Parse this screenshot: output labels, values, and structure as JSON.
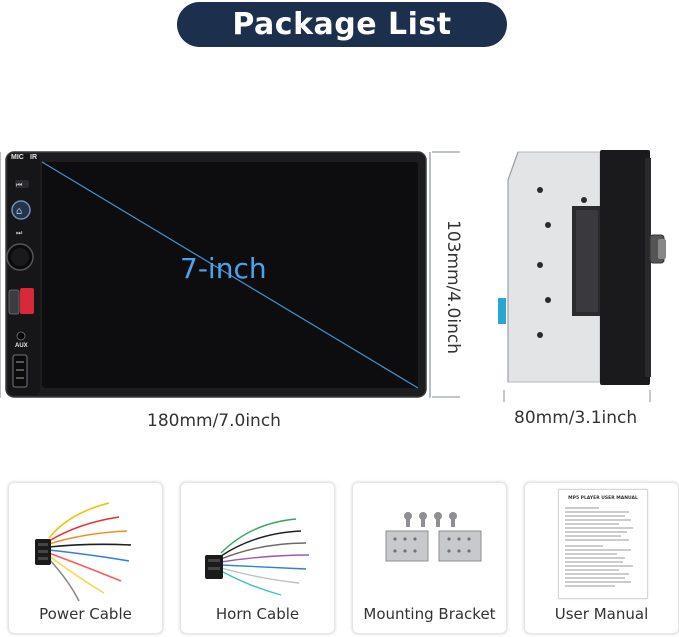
{
  "title": "Package List",
  "front_unit": {
    "screen_label": "7-inch",
    "width_label": "180mm/7.0inch",
    "height_label": "103mm/4.0inch",
    "button_labels": [
      "MIC",
      "IR",
      "AUX"
    ]
  },
  "side_unit": {
    "depth_label": "80mm/3.1inch"
  },
  "items": [
    {
      "label": "Power Cable"
    },
    {
      "label": "Horn Cable"
    },
    {
      "label": "Mounting Bracket"
    },
    {
      "label": "User Manual"
    }
  ],
  "manual": {
    "title": "MP5 PLAYER USER MANUAL"
  },
  "colors": {
    "title_bg": "#1c2f4d",
    "screen_label": "#4aa3e8",
    "screen_bg": "#0d0d0f"
  }
}
